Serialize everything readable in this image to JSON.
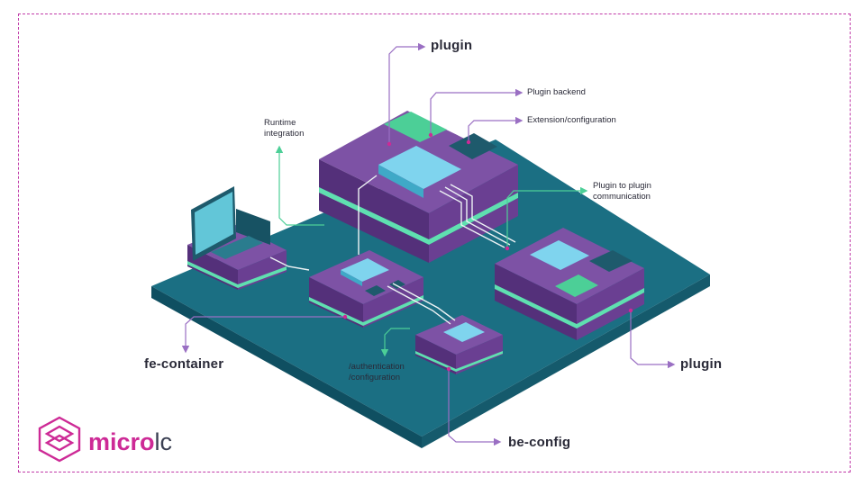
{
  "labels": {
    "plugin_top": "plugin",
    "plugin_backend": "Plugin backend",
    "extension_configuration": "Extension/configuration",
    "runtime_integration_1": "Runtime",
    "runtime_integration_2": "integration",
    "plugin_to_plugin_1": "Plugin to plugin",
    "plugin_to_plugin_2": "communication",
    "fe_container": "fe-container",
    "authentication_1": "/authentication",
    "authentication_2": "/configuration",
    "plugin_right": "plugin",
    "be_config": "be-config"
  },
  "logo": {
    "part1": "micro",
    "part2": "lc"
  },
  "colors": {
    "frame": "#c03aa8",
    "board": "#1b6f83",
    "purple": "#6d3f8f",
    "teal_accent": "#5fe0b0",
    "chip": "#7fd4ee",
    "callout": "#9a6fc3",
    "green_arrow": "#4ccf97",
    "logo_magenta": "#cd2a96",
    "logo_dark": "#3a3f52"
  }
}
